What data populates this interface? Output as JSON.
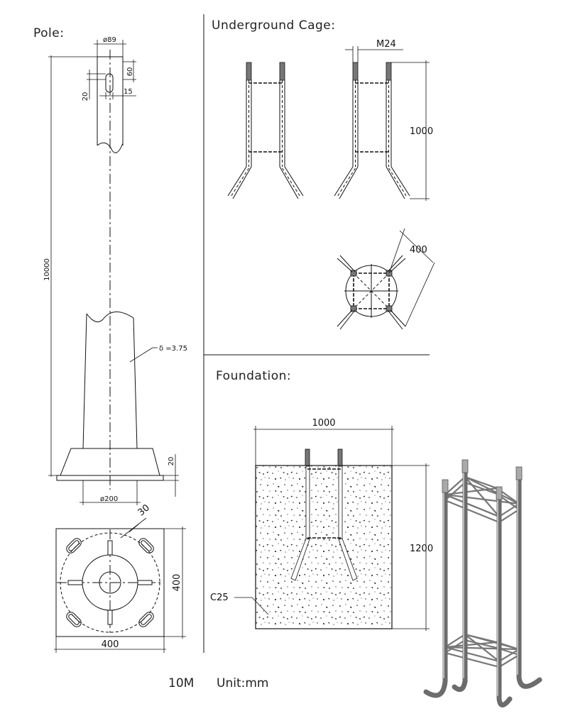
{
  "sections": {
    "pole": "Pole:",
    "cage": "Underground Cage:",
    "foundation": "Foundation:"
  },
  "pole": {
    "diameter_top": "ø89",
    "hole_height": "60",
    "hole_offset": "20",
    "hole_width": "15",
    "height": "10000",
    "thickness": "δ =3.75",
    "base_plate_thickness": "20",
    "diameter_bottom": "ø200",
    "base_plate_angle": "30",
    "base_plate_height": "400",
    "base_plate_width": "400"
  },
  "cage": {
    "bolt": "M24",
    "height": "1000",
    "width": "400"
  },
  "foundation": {
    "width": "1000",
    "depth": "1200",
    "concrete": "C25"
  },
  "footer": {
    "model": "10M",
    "unit": "Unit:mm"
  },
  "colors": {
    "ink": "#111111",
    "rod": "#6c6c6c"
  }
}
